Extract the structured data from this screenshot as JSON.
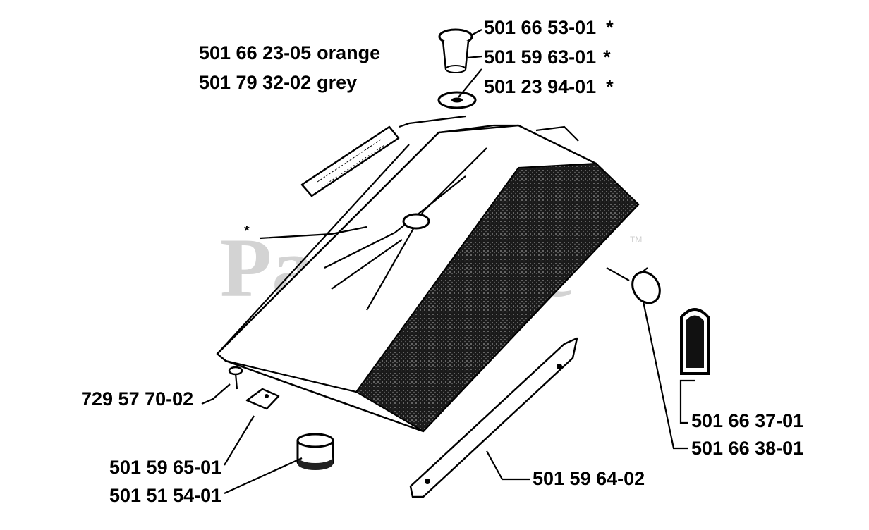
{
  "watermark": {
    "text": "PartsTree",
    "trademark": "TM"
  },
  "parts": {
    "cap": {
      "number": "501 66 53-01",
      "mark": "*"
    },
    "cap_seal": {
      "number": "501 59 63-01",
      "mark": "*"
    },
    "cap_washer": {
      "number": "501 23 94-01",
      "mark": "*"
    },
    "cover_orange": {
      "number": "501 66 23-05",
      "color": "orange"
    },
    "cover_grey": {
      "number": "501 79 32-02",
      "color": "grey"
    },
    "decal_mark": "*",
    "screw": {
      "number": "729 57 70-02"
    },
    "clip": {
      "number": "501 59 65-01"
    },
    "filter": {
      "number": "501 51 54-01"
    },
    "bar_guide": {
      "number": "501 59 64-02"
    },
    "grommet": {
      "number": "501 66 37-01"
    },
    "plug": {
      "number": "501 66 38-01"
    }
  }
}
